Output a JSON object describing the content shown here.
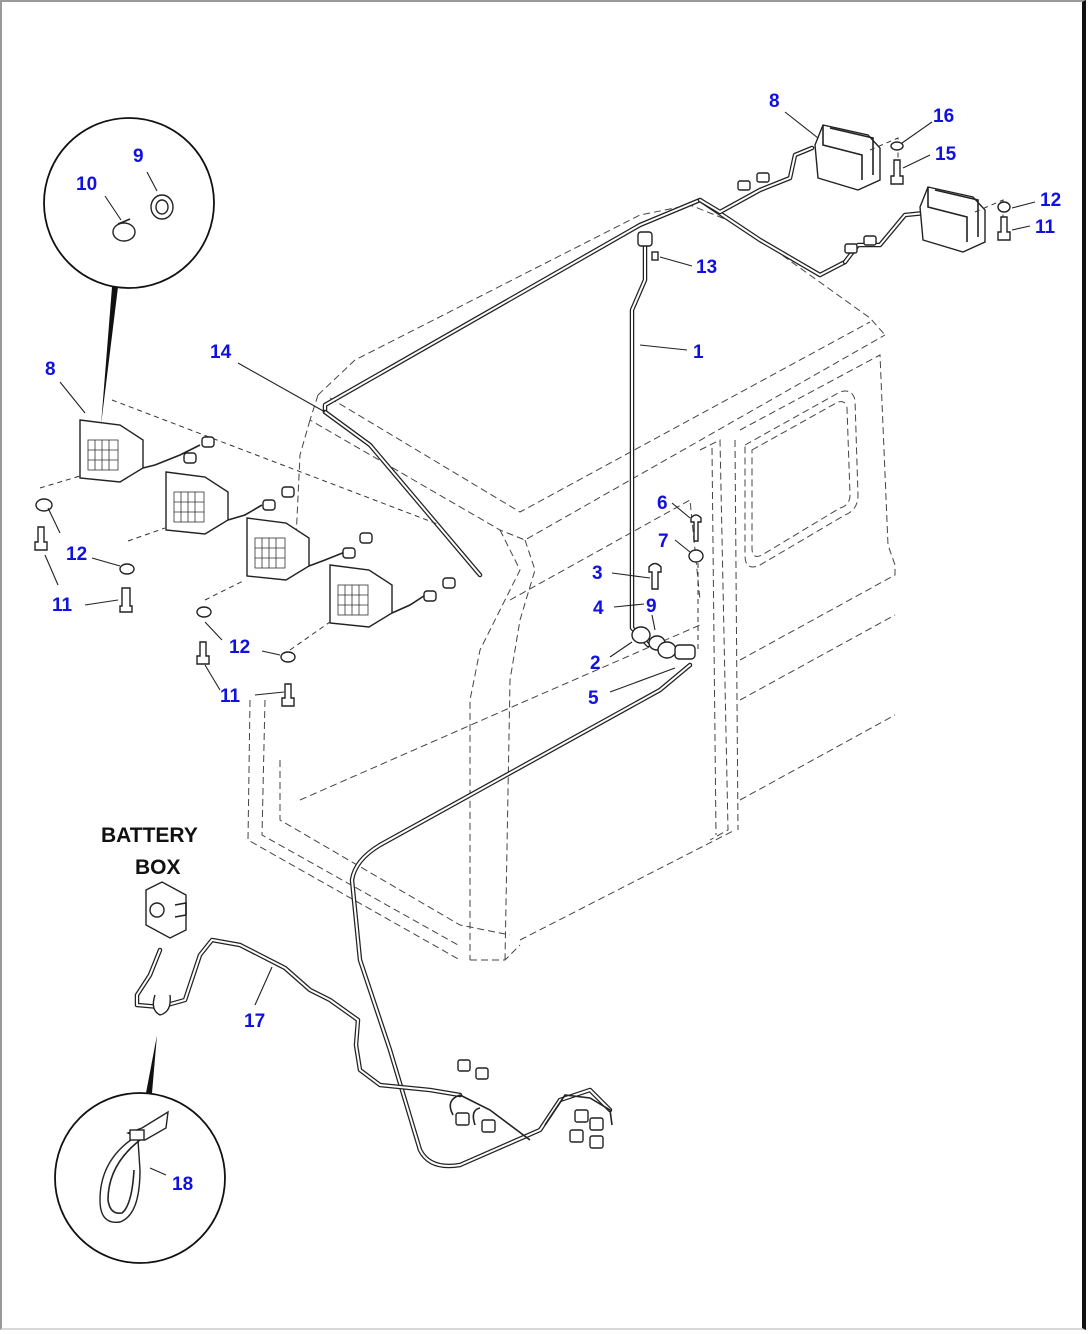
{
  "diagram": {
    "type": "parts-illustration",
    "subject": "Cab working lamp wiring harness",
    "captions": {
      "battery_box_line1": "BATTERY",
      "battery_box_line2": "BOX"
    },
    "callouts": {
      "c1": "1",
      "c2": "2",
      "c3": "3",
      "c4": "4",
      "c5": "5",
      "c6": "6",
      "c7": "7",
      "c8_top": "8",
      "c8_left": "8",
      "c9_detail": "9",
      "c9_conn": "9",
      "c10": "10",
      "c11_right": "11",
      "c11_a": "11",
      "c11_b": "11",
      "c12_right": "12",
      "c12_a": "12",
      "c12_b": "12",
      "c13": "13",
      "c14": "14",
      "c15": "15",
      "c16": "16",
      "c17": "17",
      "c18": "18"
    },
    "colors": {
      "callout": "#1010e0",
      "line": "#222222",
      "background": "#ffffff"
    }
  }
}
